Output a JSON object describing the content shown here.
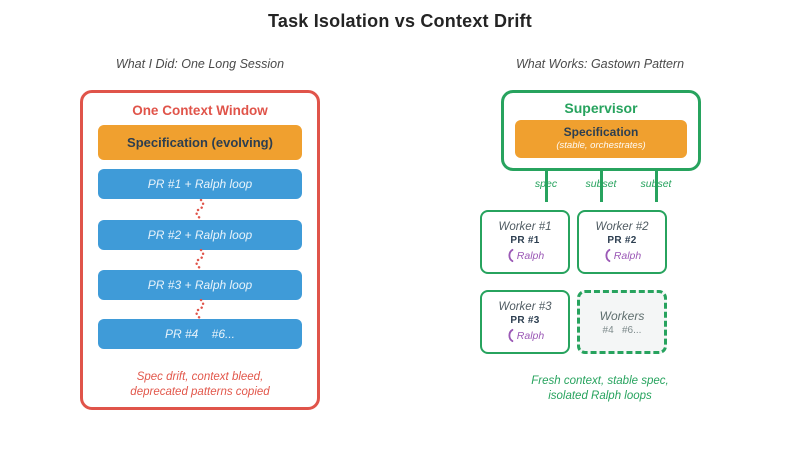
{
  "title": "Task Isolation vs Context Drift",
  "colors": {
    "red": "#e0544a",
    "orange": "#f0a02f",
    "blue": "#3f9bd8",
    "green": "#27a35e",
    "purple": "#9b59b6",
    "dark_text": "#2c3e50"
  },
  "left": {
    "subtitle": "What I Did: One Long Session",
    "panel_title": "One Context Window",
    "spec_label": "Specification (evolving)",
    "pr_items": [
      "PR #1 + Ralph loop",
      "PR #2 + Ralph loop",
      "PR #3 + Ralph loop",
      "PR #4    #6..."
    ],
    "caption": [
      "Spec drift, context bleed,",
      "deprecated patterns copied"
    ]
  },
  "right": {
    "subtitle": "What Works: Gastown Pattern",
    "panel_title": "Supervisor",
    "spec_title": "Specification",
    "spec_note": "(stable, orchestrates)",
    "edge_labels": [
      "spec",
      "subset",
      "subset"
    ],
    "workers": [
      {
        "name": "Worker #1",
        "pr": "PR #1",
        "loop": "Ralph"
      },
      {
        "name": "Worker #2",
        "pr": "PR #2",
        "loop": "Ralph"
      },
      {
        "name": "Worker #3",
        "pr": "PR #3",
        "loop": "Ralph"
      }
    ],
    "more_workers": {
      "name": "Workers",
      "ids": "#4   #6..."
    },
    "caption": [
      "Fresh context, stable spec,",
      "isolated Ralph loops"
    ]
  }
}
